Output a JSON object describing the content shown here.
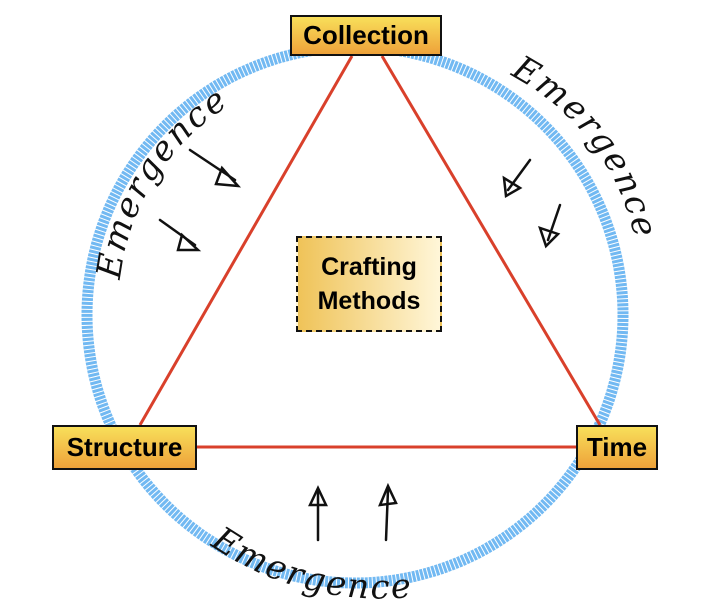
{
  "nodes": {
    "top": "Collection",
    "left": "Structure",
    "right": "Time",
    "center_line1": "Crafting",
    "center_line2": "Methods"
  },
  "annotations": {
    "upper_left": "Emergence",
    "upper_right": "Emergence",
    "bottom": "Emergence"
  },
  "colors": {
    "circle": "#72b9f2",
    "triangle": "#d9402b",
    "node_fill": "#f3c245"
  }
}
